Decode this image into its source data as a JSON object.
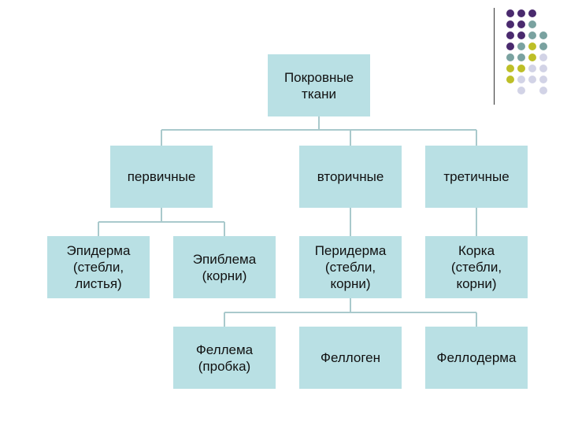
{
  "colors": {
    "box_fill": "#b9e0e4",
    "connector": "#a9c9cc",
    "dot_purple": "#4a2a6e",
    "dot_teal": "#7aa2a0",
    "dot_olive": "#bdbf27",
    "dot_lavender": "#d2d3e6"
  },
  "diagram": {
    "root": "Покровные\nткани",
    "primary": "первичные",
    "secondary": "вторичные",
    "tertiary": "третичные",
    "epidermis": "Эпидерма\n(стебли,\nлистья)",
    "epiblema": "Эпиблема\n(корни)",
    "periderm": "Перидерма\n(стебли,\nкорни)",
    "crust": "Корка\n(стебли,\nкорни)",
    "phellem": "Феллема\n(пробка)",
    "phellogen": "Феллоген",
    "phelloderm": "Феллодерма"
  }
}
